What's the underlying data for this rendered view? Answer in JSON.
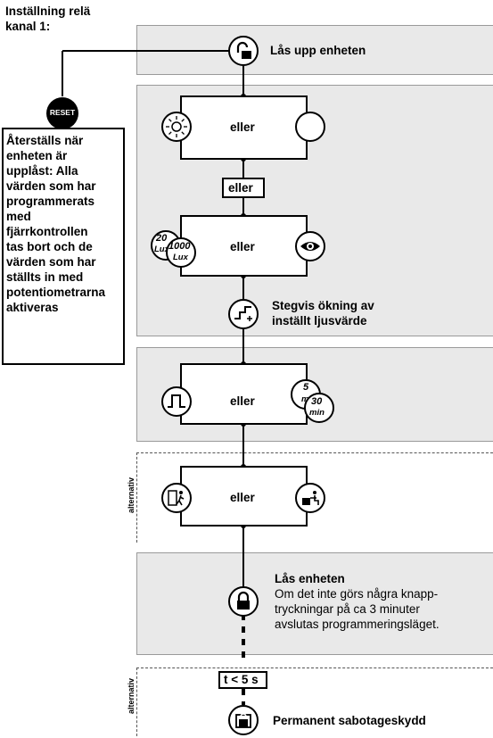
{
  "header": {
    "line1": "Inställning relä",
    "line2": "kanal 1:"
  },
  "reset": {
    "badge": "RESET",
    "lines": [
      "Återställs när",
      "enheten är",
      "upplåst: Alla",
      "värden som har",
      "programmerats",
      "med",
      "fjärrkontrollen",
      "tas bort och de",
      "värden som har",
      "ställts in med",
      "potentiometrarna",
      "aktiveras"
    ]
  },
  "steps": {
    "unlock": "Lås upp enheten",
    "or_label": "eller",
    "mid_or": "eller",
    "lux_20": "20",
    "lux_20_unit": "Lux",
    "lux_1000": "1000",
    "lux_1000_unit": "Lux",
    "step_line1": "Stegvis ökning av",
    "step_line2": "inställt ljusvärde",
    "min_5": "5",
    "min_5_unit": "min",
    "min_30": "30",
    "min_30_unit": "min",
    "lock_title": "Lås enheten",
    "lock_desc": [
      "Om det inte görs några knapp-",
      "tryckningar på ca 3 minuter",
      "avslutas programmeringsläget."
    ],
    "timer": "t < 5 s",
    "sabotage": "Permanent sabotageskydd"
  },
  "alt_label": "alternativ",
  "icons": [
    "unlock-icon",
    "sun-icon",
    "moon-icon",
    "eye-icon",
    "step-increase-icon",
    "pulse-icon",
    "person-leaving-icon",
    "person-at-desk-icon",
    "lock-icon",
    "sabotage-lock-icon"
  ]
}
